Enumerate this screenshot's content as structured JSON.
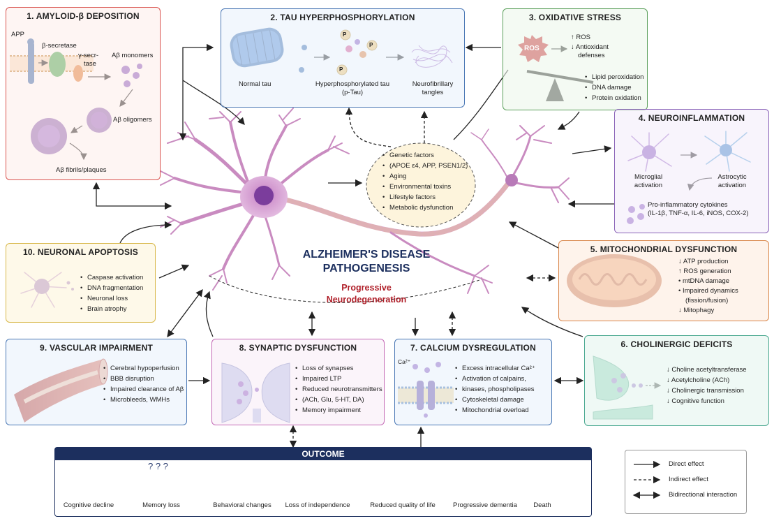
{
  "center": {
    "title_line1": "ALZHEIMER'S DISEASE",
    "title_line2": "PATHOGENESIS",
    "sub_line1": "Progressive",
    "sub_line2": "Neurodegeneration"
  },
  "risk": {
    "items": [
      "Genetic factors",
      "(APOE ε4, APP, PSEN1/2)",
      "Aging",
      "Environmental toxins",
      "Lifestyle factors",
      "Metabolic dysfunction"
    ]
  },
  "box1": {
    "title": "1. AMYLOID-β DEPOSITION",
    "app": "APP",
    "beta_secretase": "β-secretase",
    "gamma1": "γ-secr-",
    "gamma2": "tase",
    "monomers": "Aβ monomers",
    "oligomers": "Aβ oligomers",
    "fibrils": "Aβ fibrils/plaques"
  },
  "box2": {
    "title": "2. TAU HYPERPHOSPHORYLATION",
    "normal": "Normal tau",
    "hyper1": "Hyperphosphorylated tau",
    "hyper2": "(p-Tau)",
    "nft1": "Neurofibrillary",
    "nft2": "tangles",
    "p": "P"
  },
  "box3": {
    "title": "3. OXIDATIVE STRESS",
    "ros": "ROS",
    "up_ros": "↑ ROS",
    "down_antiox1": "↓ Antioxidant",
    "down_antiox2": "defenses",
    "items": [
      "Lipid peroxidation",
      "DNA damage",
      "Protein oxidation"
    ]
  },
  "box4": {
    "title": "4. NEUROINFLAMMATION",
    "micro1": "Microglial",
    "micro2": "activation",
    "astro1": "Astrocytic",
    "astro2": "activation",
    "cyt1": "Pro-inflammatory cytokines",
    "cyt2": "(IL-1β, TNF-α, IL-6, iNOS, COX-2)"
  },
  "box5": {
    "title": "5. MITOCHONDRIAL DYSFUNCTION",
    "items": [
      "↓ ATP production",
      "↑ ROS generation",
      "• mtDNA damage",
      "• Impaired dynamics",
      "  (fission/fusion)",
      "↓ Mitophagy"
    ]
  },
  "box6": {
    "title": "6. CHOLINERGIC DEFICITS",
    "items": [
      "↓ Choline acetyltransferase",
      "↓ Acetylcholine (ACh)",
      "↓ Cholinergic transmission",
      "↓ Cognitive function"
    ]
  },
  "box7": {
    "title": "7. CALCIUM DYSREGULATION",
    "ca": "Ca²⁺",
    "items": [
      "Excess intracellular Ca²⁺",
      "Activation of calpains,",
      "kinases, phospholipases",
      "Cytoskeletal damage",
      "Mitochondrial overload"
    ]
  },
  "box8": {
    "title": "8. SYNAPTIC DYSFUNCTION",
    "items": [
      "Loss of synapses",
      "Impaired LTP",
      "Reduced neurotransmitters",
      "(ACh, Glu, 5-HT, DA)",
      "Memory impairment"
    ]
  },
  "box9": {
    "title": "9. VASCULAR IMPAIRMENT",
    "items": [
      "Cerebral hypoperfusion",
      "BBB disruption",
      "Impaired clearance of Aβ",
      "Microbleeds, WMHs"
    ]
  },
  "box10": {
    "title": "10. NEURONAL APOPTOSIS",
    "items": [
      "Caspase activation",
      "DNA fragmentation",
      "Neuronal loss",
      "Brain atrophy"
    ]
  },
  "outcome": {
    "title": "OUTCOME",
    "items": [
      "Cognitive decline",
      "Memory loss",
      "Behavioral changes",
      "Loss of independence",
      "Reduced quality of life",
      "Progressive dementia",
      "Death"
    ]
  },
  "legend": {
    "direct": "Direct effect",
    "indirect": "Indirect effect",
    "bidirectional": "Bidirectional interaction"
  },
  "colors": {
    "red": "#d9534f",
    "blue": "#4a78b5",
    "green": "#5ba05b",
    "purple": "#8a63b8",
    "orange": "#d9864a",
    "teal": "#4aa890",
    "yellow": "#d8b84a",
    "navy": "#1c2f5e",
    "neuron": "#c98bc0"
  }
}
